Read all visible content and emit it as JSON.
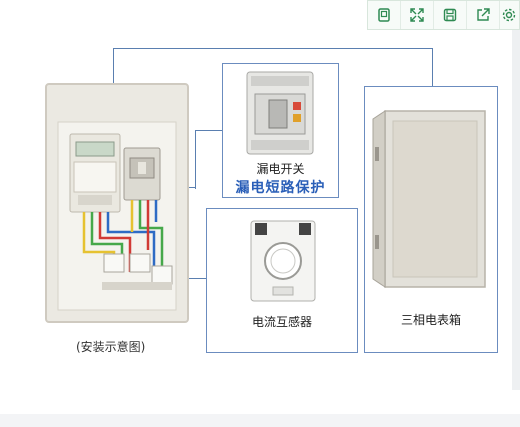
{
  "toolbar": {
    "buttons": [
      {
        "icon": "copy-icon",
        "label": "copy"
      },
      {
        "icon": "fullscreen-icon",
        "label": "fullscreen"
      },
      {
        "icon": "save-icon",
        "label": "save"
      },
      {
        "icon": "share-icon",
        "label": "share"
      },
      {
        "icon": "settings-icon",
        "label": "settings"
      }
    ]
  },
  "diagram": {
    "install_caption": "(安装示意图)",
    "breaker": {
      "name": "漏电开关",
      "feature": "漏电短路保护"
    },
    "transformer": {
      "name": "电流互感器"
    },
    "meter_box": {
      "name": "三相电表箱"
    },
    "colors": {
      "frame": "#6b8cbf",
      "accent": "#2a5fb8",
      "cabinet": "#e9e7df"
    }
  }
}
